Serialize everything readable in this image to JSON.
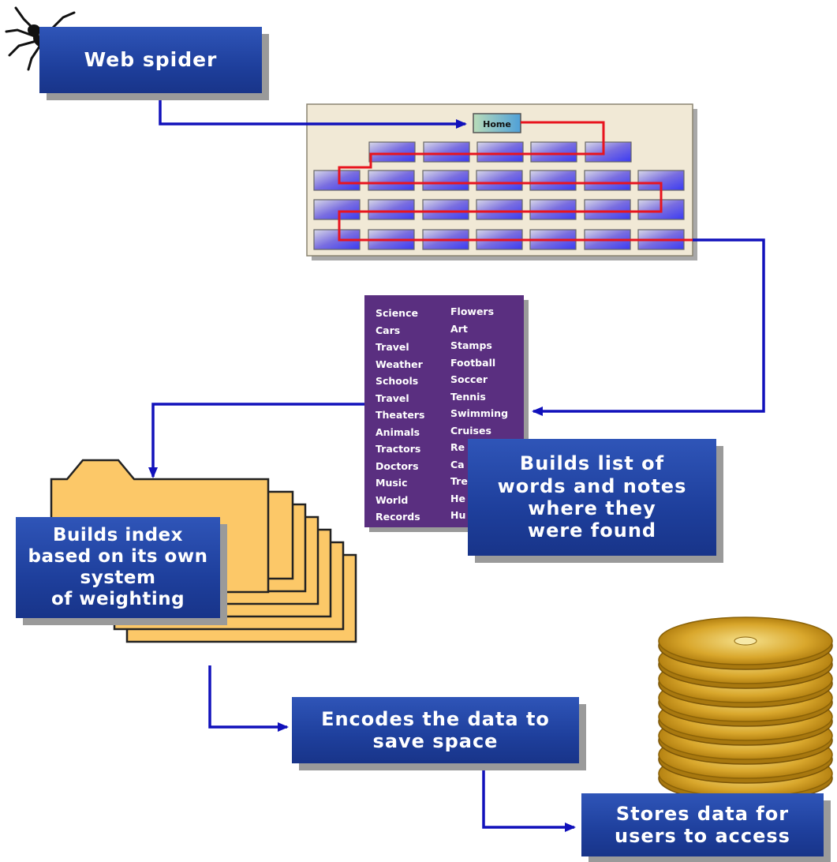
{
  "labels": {
    "web_spider": "Web spider",
    "home": "Home",
    "builds_list": "Builds list of\nwords and notes\nwhere they\nwere found",
    "builds_index": "Builds index\nbased on its own\nsystem\nof weighting",
    "encodes": "Encodes the data to\nsave space",
    "stores": "Stores data for\nusers to access"
  },
  "word_list": {
    "column_1": [
      "Science",
      "Cars",
      "Travel",
      "Weather",
      "Schools",
      "Travel",
      "Theaters",
      "Animals",
      "Tractors",
      "Doctors",
      "Music",
      "World",
      "Records"
    ],
    "column_2": [
      "Flowers",
      "Art",
      "Stamps",
      "Football",
      "Soccer",
      "Tennis",
      "Swimming",
      "Cruises",
      "Re",
      "Ca",
      "Tre",
      "He",
      "Hu"
    ]
  },
  "colors": {
    "box_blue": "#1e3f9c",
    "arrow_blue": "#1111bb",
    "path_red": "#e8141e",
    "list_purple": "#5a2f80",
    "folder_yellow": "#fcc868",
    "disk_gold": "#d9a72c",
    "site_panel": "#f1e9d6"
  },
  "icons": [
    "spider-icon",
    "folder-icon",
    "disk-stack-icon",
    "website-map-icon"
  ]
}
